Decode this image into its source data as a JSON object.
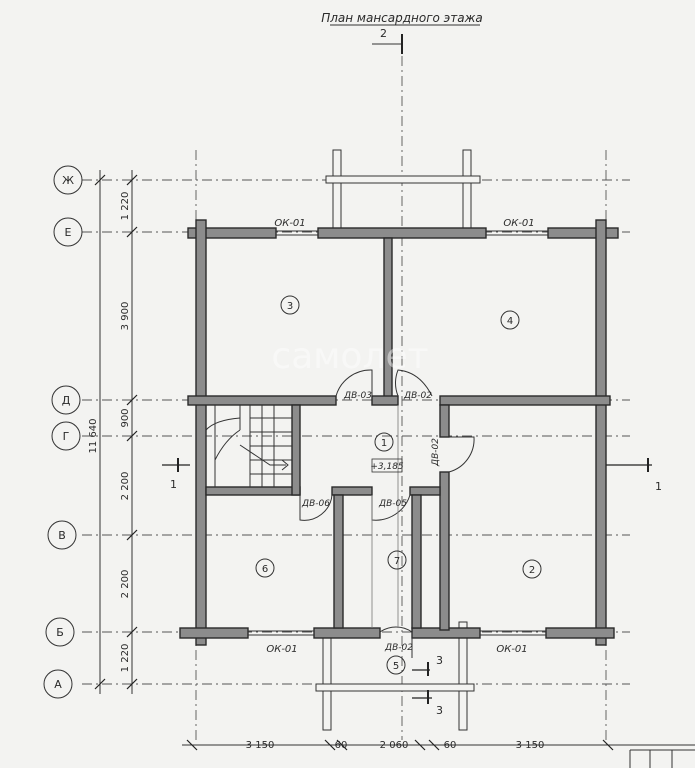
{
  "title": "План мансардного этажа",
  "top_section_mark": "2",
  "axes": [
    {
      "label": "Ж"
    },
    {
      "label": "Е"
    },
    {
      "label": "Д"
    },
    {
      "label": "Г"
    },
    {
      "label": "В"
    },
    {
      "label": "Б"
    },
    {
      "label": "А"
    }
  ],
  "vertical_dims": [
    "1 220",
    "3 900",
    "900",
    "2 200",
    "2 200",
    "1 220"
  ],
  "overall_dim": "11 640",
  "horizontal_dims": [
    "3 150",
    "60",
    "2 060",
    "60",
    "3 150"
  ],
  "rooms": [
    "1",
    "2",
    "3",
    "4",
    "5",
    "6",
    "7"
  ],
  "elevation": "+3,185",
  "windows": [
    "ОК-01",
    "ОК-01",
    "ОК-01",
    "ОК-01"
  ],
  "doors": [
    "ДВ-03",
    "ДВ-02",
    "ДВ-02",
    "ДВ-06",
    "ДВ-05",
    "ДВ-02"
  ],
  "section_marks": [
    "1",
    "1",
    "3",
    "3"
  ],
  "watermark": "самолет"
}
